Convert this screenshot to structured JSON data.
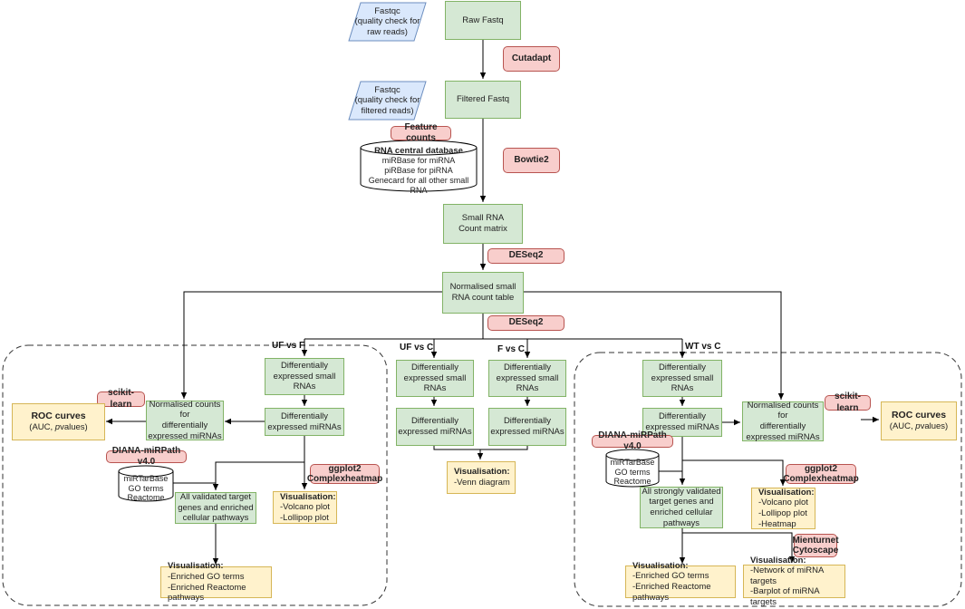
{
  "fastqc_raw": "Fastqc\n(quality check for\nraw reads)",
  "fastqc_filtered": "Fastqc\n(quality check for\nfiltered reads)",
  "raw_fastq": "Raw Fastq",
  "cutadapt": "Cutadapt",
  "filtered_fastq": "Filtered Fastq",
  "feature_counts": "Feature counts",
  "bowtie2": "Bowtie2",
  "rna_central": {
    "title": "RNA central database",
    "lines": "miRBase for miRNA\npiRBase for piRNA\nGenecard for all other small RNA"
  },
  "count_matrix": "Small RNA\nCount matrix",
  "deseq2_top": "DESeq2",
  "normalised_table": "Normalised small\nRNA count table",
  "deseq2_mid": "DESeq2",
  "comparisons": {
    "uf_vs_f": "UF vs F",
    "uf_vs_c": "UF vs C",
    "f_vs_c": "F vs C",
    "wt_vs_c": "WT vs C"
  },
  "left": {
    "diff_small": "Differentially\nexpressed small\nRNAs",
    "diff_mirna": "Differentially\nexpressed miRNAs",
    "norm_counts": "Normalised counts for\ndifferentially\nexpressed miRNAs",
    "scikit": "scikit-learn",
    "roc_title": "ROC curves",
    "roc_sub_prefix": "(AUC, ",
    "roc_sub_italic": "p",
    "roc_sub_suffix": "values)",
    "diana": "DIANA-miRPath v4.0",
    "db": "miRTarBase\nGO terms\nReactome",
    "ggplot": "ggplot2\nComplexheatmap",
    "targets": "All validated target\ngenes and enriched\ncellular pathways",
    "vis_small_title": "Visualisation:",
    "vis_small_lines": "-Volcano plot\n-Lollipop plot",
    "vis_bottom_title": "Visualisation:",
    "vis_bottom_lines": "-Enriched GO terms\n-Enriched Reactome pathways"
  },
  "middle": {
    "ufc_small": "Differentially\nexpressed small\nRNAs",
    "ufc_mirna": "Differentially\nexpressed miRNAs",
    "fc_small": "Differentially\nexpressed small\nRNAs",
    "fc_mirna": "Differentially\nexpressed miRNAs",
    "venn_title": "Visualisation:",
    "venn_lines": "-Venn diagram"
  },
  "right": {
    "diff_small": "Differentially\nexpressed small\nRNAs",
    "diff_mirna": "Differentially\nexpressed miRNAs",
    "norm_counts": "Normalised counts for\ndifferentially\nexpressed miRNAs",
    "scikit": "scikit-learn",
    "roc_title": "ROC curves",
    "roc_sub_prefix": "(AUC, ",
    "roc_sub_italic": "p",
    "roc_sub_suffix": "values)",
    "diana": "DIANA-miRPath v4.0",
    "db": "miRTarBase\nGO terms\nReactome",
    "ggplot": "ggplot2\nComplexheatmap",
    "targets": "All strongly validated\ntarget genes and\nenriched cellular\npathways",
    "vis_small_title": "Visualisation:",
    "vis_small_lines": "-Volcano plot\n-Lollipop plot\n-Heatmap",
    "mienturnet": "Mienturnet\nCytoscape",
    "vis_go_title": "Visualisation:",
    "vis_go_lines": "-Enriched GO terms\n-Enriched Reactome pathways",
    "vis_net_title": "Visualisation:",
    "vis_net_lines": "-Network of miRNA targets\n-Barplot of miRNA targets"
  },
  "colors": {
    "process_fill": "#d5e8d4",
    "process_border": "#82b366",
    "tool_fill": "#f8cecc",
    "tool_border": "#b85450",
    "output_fill": "#fff2cc",
    "output_border": "#d6b656",
    "qc_fill": "#dae8fc",
    "qc_border": "#6c8ebf"
  }
}
